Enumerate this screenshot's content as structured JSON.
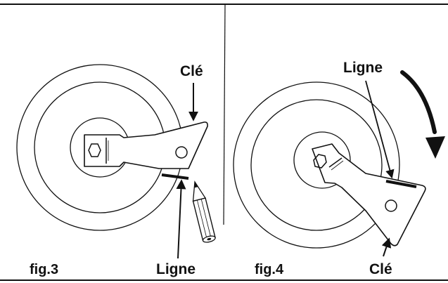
{
  "figures": [
    {
      "caption": "fig.3",
      "key_label": "Clé",
      "line_label": "Ligne"
    },
    {
      "caption": "fig.4",
      "key_label": "Clé",
      "line_label": "Ligne"
    }
  ]
}
